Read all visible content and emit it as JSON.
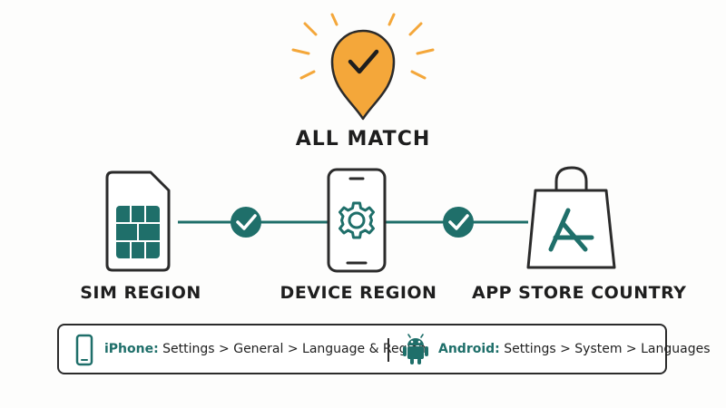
{
  "headline": "ALL MATCH",
  "nodes": {
    "sim": "SIM REGION",
    "device": "DEVICE REGION",
    "appstore": "APP STORE COUNTRY"
  },
  "instructions": {
    "iphone_label": "iPhone:",
    "iphone_path": "Settings > General > Language & Region",
    "android_label": "Android:",
    "android_path": "Settings > System > Languages"
  },
  "colors": {
    "accent_orange": "#f4a73a",
    "accent_teal": "#1f6f6a",
    "outline": "#2b2b2b"
  },
  "icons": [
    "location-pin-check-icon",
    "sim-card-icon",
    "phone-settings-icon",
    "app-store-bag-icon",
    "check-icon",
    "iphone-icon",
    "android-icon"
  ]
}
